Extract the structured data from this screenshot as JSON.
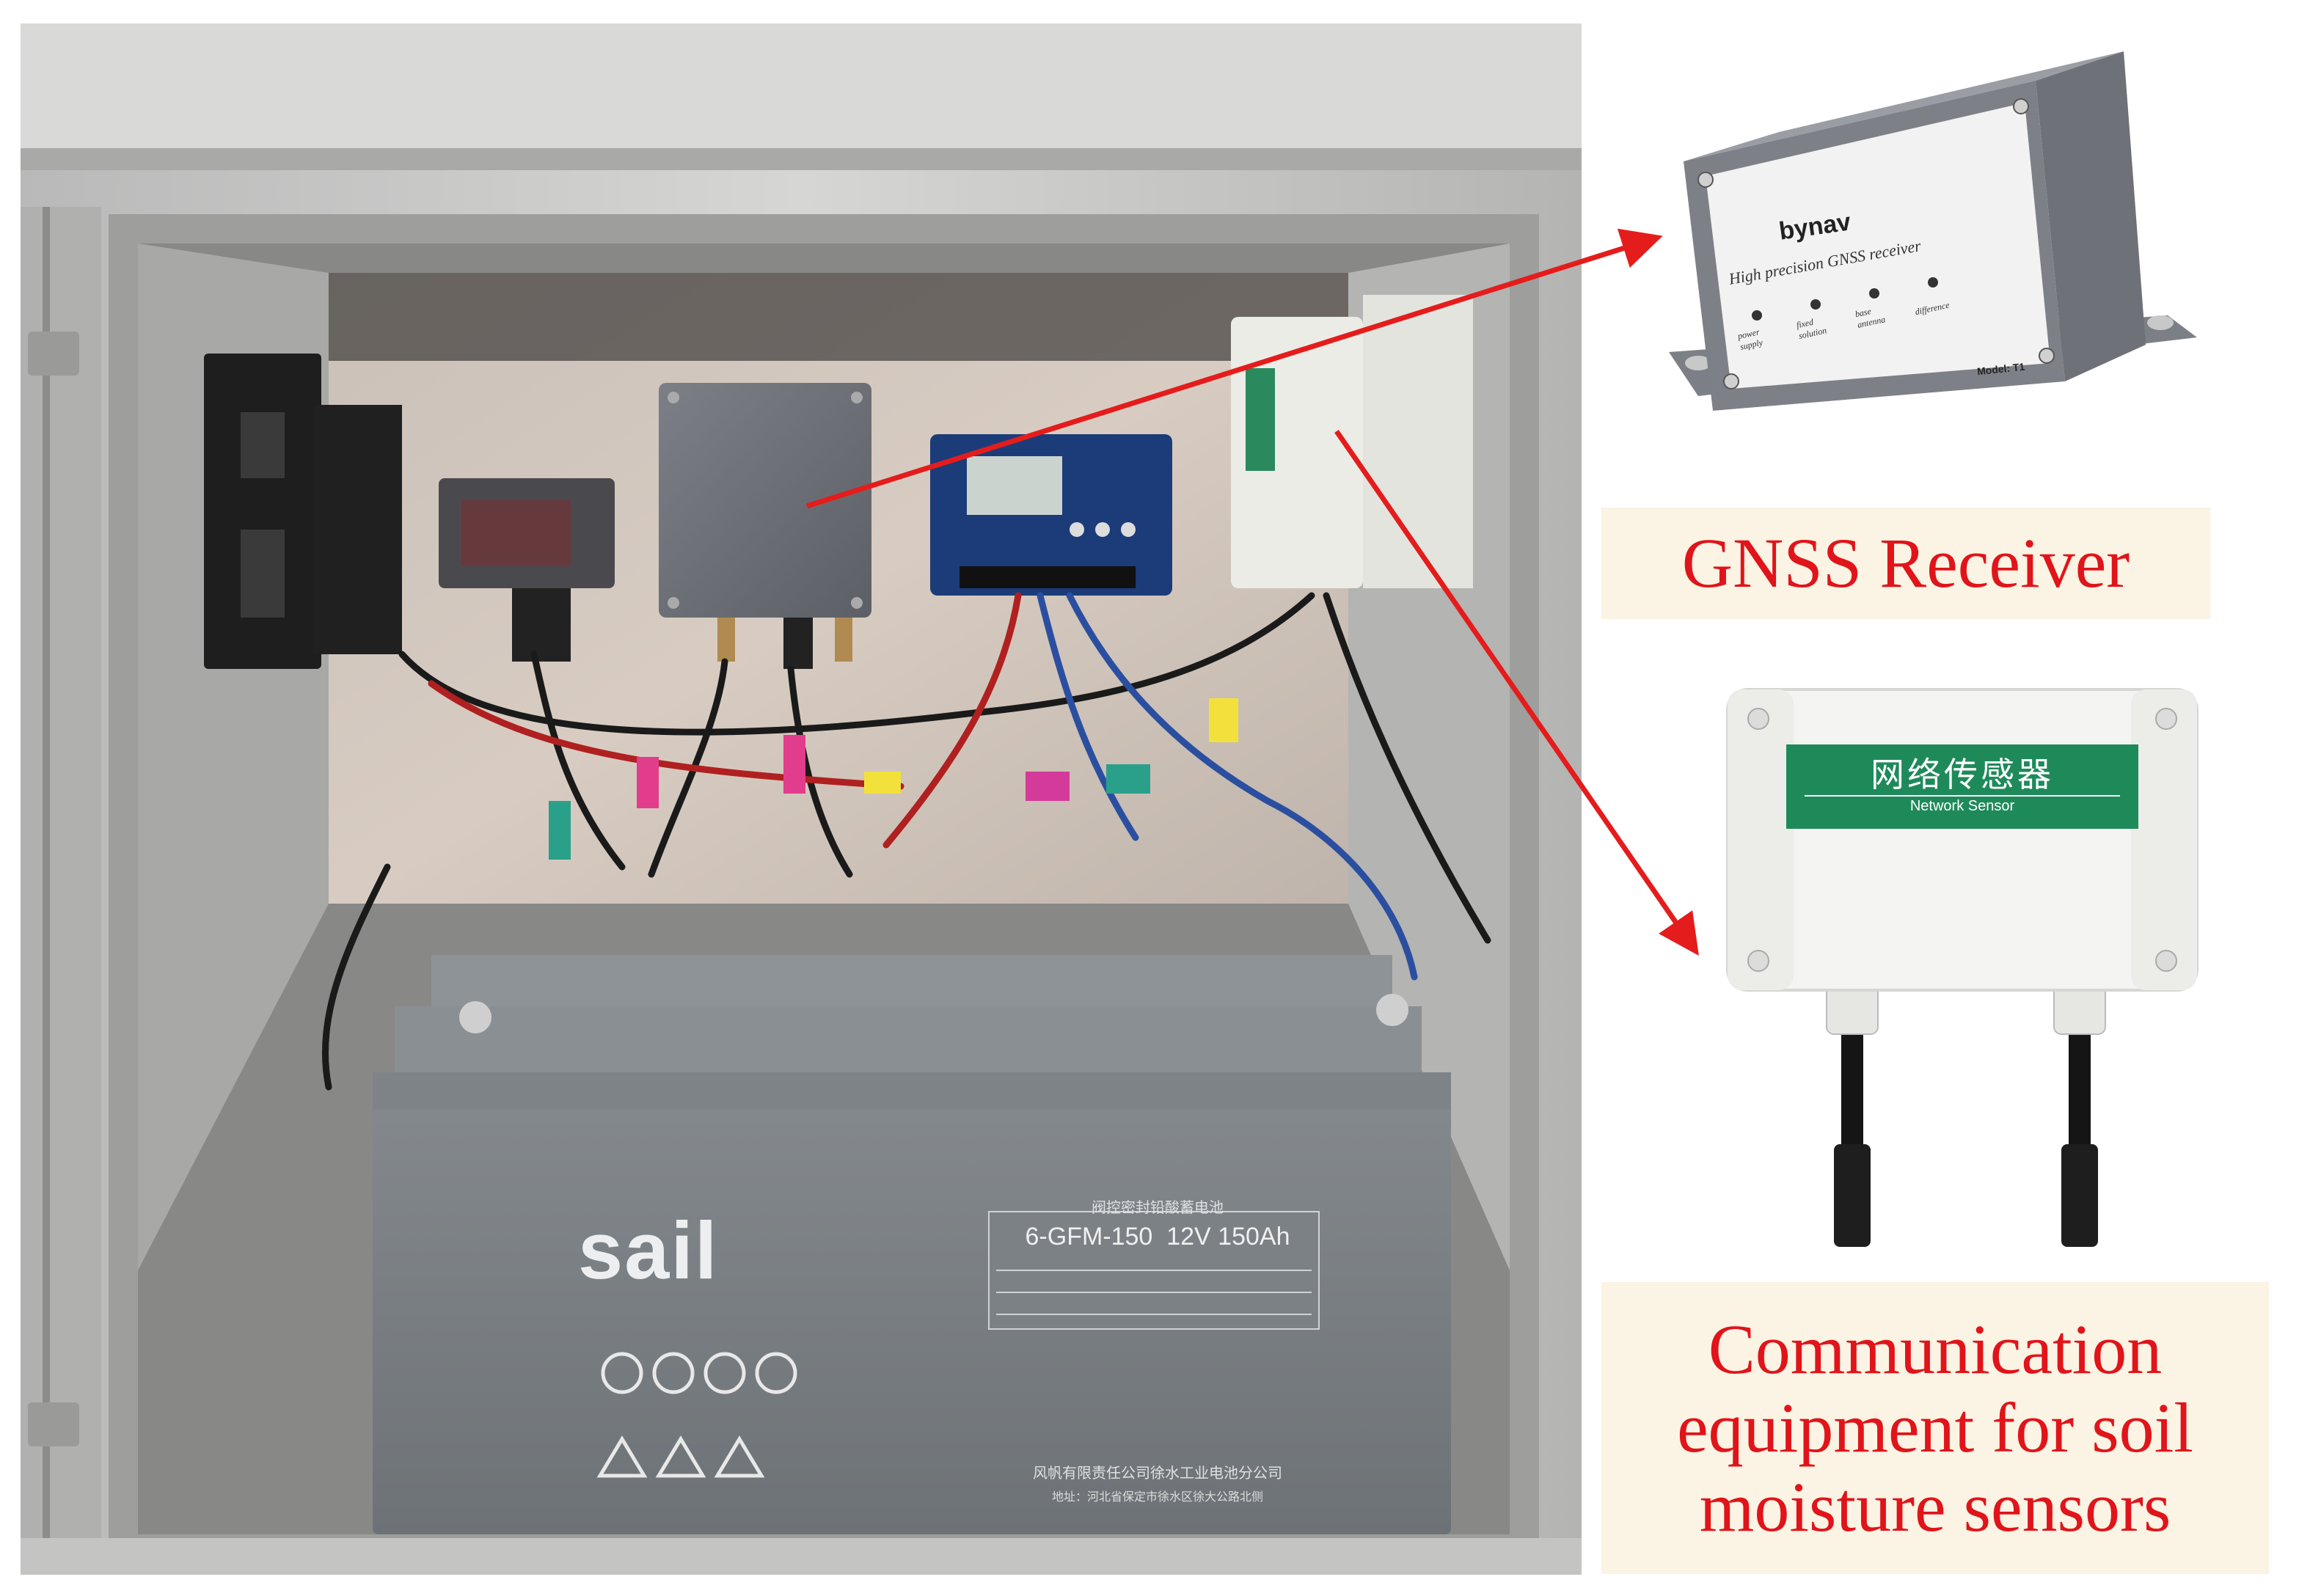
{
  "labels": {
    "gnss": "GNSS Receiver",
    "comm_line1": "Communication",
    "comm_line2": "equipment for soil",
    "comm_line3": "moisture sensors"
  },
  "gnss_device": {
    "brand": "bynav",
    "subtitle": "High precision GNSS receiver",
    "indicators": [
      "power supply",
      "fixed solution",
      "base antenna",
      "difference"
    ],
    "model": "Model: T1"
  },
  "network_sensor": {
    "title": "网络传感器",
    "subtitle": "Network Sensor"
  },
  "battery": {
    "brand": "sail",
    "model": "6-GFM-150  12V 150Ah",
    "header": "阀控密封铅酸蓄电池",
    "maker": "风帆有限责任公司徐水工业电池分公司",
    "address": "地址：河北省保定市徐水区徐大公路北侧"
  },
  "colors": {
    "label_text": "#e0141a",
    "label_bg": "#fbf3e3",
    "arrow": "#e51c1c",
    "sensor_green": "#1e8a5a"
  }
}
